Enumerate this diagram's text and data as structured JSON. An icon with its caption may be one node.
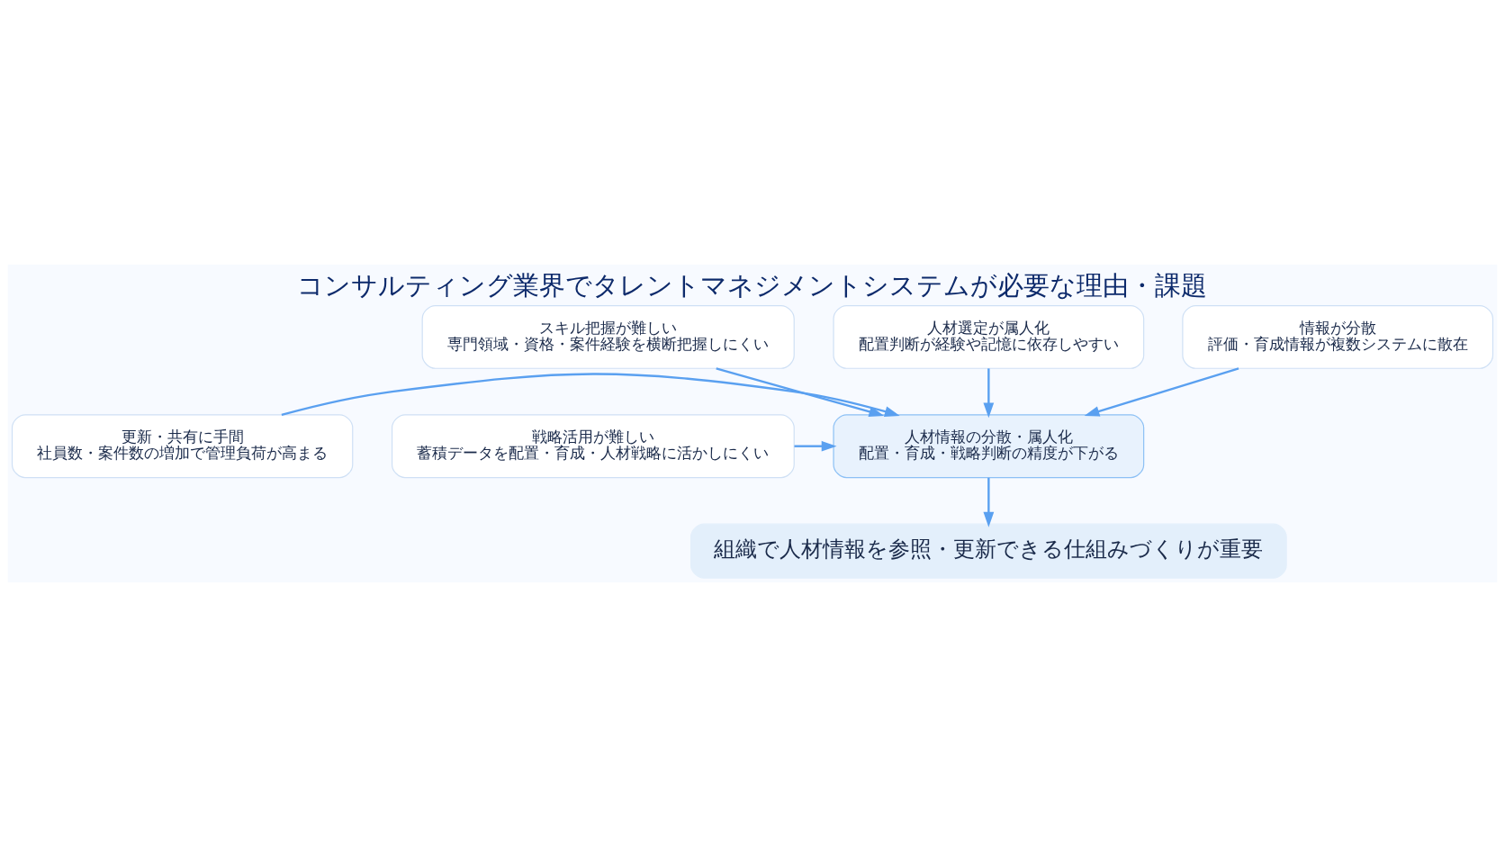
{
  "diagram": {
    "title": "コンサルティング業界でタレントマネジメントシステムが必要な理由・課題",
    "nodes": [
      {
        "text": [
          "スキル把握が難しい",
          "専門領域・資格・案件経験を横断把握しにくい"
        ]
      },
      {
        "text": [
          "人材選定が属人化",
          "配置判断が経験や記憶に依存しやすい"
        ]
      },
      {
        "text": [
          "情報が分散",
          "評価・育成情報が複数システムに散在"
        ]
      },
      {
        "text": [
          "更新・共有に手間",
          "社員数・案件数の増加で管理負荷が高まる"
        ]
      },
      {
        "text": [
          "人材情報の分散・属人化",
          "配置・育成・戦略判断の精度が下がる"
        ]
      },
      {
        "text": [
          "戦略活用が難しい",
          "蓄積データを配置・育成・人材戦略に活かしにくい"
        ]
      },
      {
        "text": [
          "組織で人材情報を参照・更新できる仕組みづくりが重要"
        ]
      }
    ],
    "edges": [
      {
        "from": 0,
        "to": 4,
        "arrow": "to"
      },
      {
        "from": 1,
        "to": 4,
        "arrow": "to"
      },
      {
        "from": 2,
        "to": 4,
        "arrow": "to"
      },
      {
        "from": 3,
        "to": 4,
        "arrow": "to"
      },
      {
        "from": 5,
        "to": 4,
        "arrow": "to"
      },
      {
        "from": 4,
        "to": 6,
        "arrow": "to"
      }
    ]
  }
}
